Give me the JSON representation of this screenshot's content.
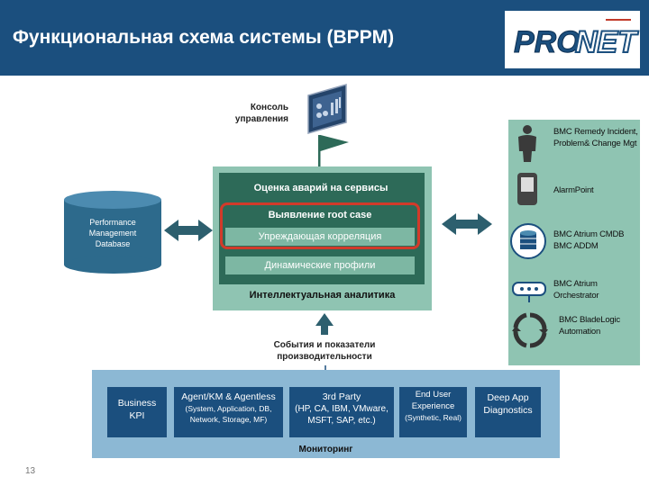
{
  "title": "Функциональная схема системы (BPPM)",
  "logo": {
    "text": "ProNET"
  },
  "console": {
    "label": "Консоль\nуправления",
    "icon": "monitor-icon"
  },
  "analytics": {
    "bar1": "Оценка аварий на сервисы",
    "bar2": "Выявление root case",
    "bar3": "Упреждающая корреляция",
    "bar4": "Динамические профили",
    "label": "Интеллектуальная аналитика"
  },
  "database": {
    "label": "Performance\nManagement\nDatabase"
  },
  "events": {
    "label": "События и показатели\nпроизводительности"
  },
  "tools": [
    {
      "label": "BMC Remedy Incident,\nProblem& Change Mgt",
      "icon": "person-icon"
    },
    {
      "label": "AlarmPoint",
      "icon": "pager-icon"
    },
    {
      "label": "BMC Atrium CMDB\nBMC ADDM",
      "icon": "database-icon"
    },
    {
      "label": "BMC Atrium\nOrchestrator",
      "icon": "orchestrator-icon"
    },
    {
      "label": "BMC BladeLogic\nAutomation",
      "icon": "cycle-icon"
    }
  ],
  "monitoring": {
    "label": "Мониторинг",
    "boxes": [
      {
        "line1": "Business\nKPI",
        "line2": ""
      },
      {
        "line1": "Agent/KM & Agentless",
        "line2": "(System, Application, DB,\nNetwork, Storage, MF)"
      },
      {
        "line1": "3rd Party",
        "line2": "(HP, CA, IBM, VMware,\nMSFT, SAP, etc.)"
      },
      {
        "line1": "End User\nExperience",
        "line2": "(Synthetic, Real)"
      },
      {
        "line1": "Deep App\nDiagnostics",
        "line2": ""
      }
    ]
  },
  "page_number": "13",
  "colors": {
    "header": "#1b4f7e",
    "analytics_bg": "#8fc4b2",
    "dark_green": "#2d6a58",
    "monitor_bg": "#8cb8d4",
    "highlight": "#d23a2a"
  }
}
